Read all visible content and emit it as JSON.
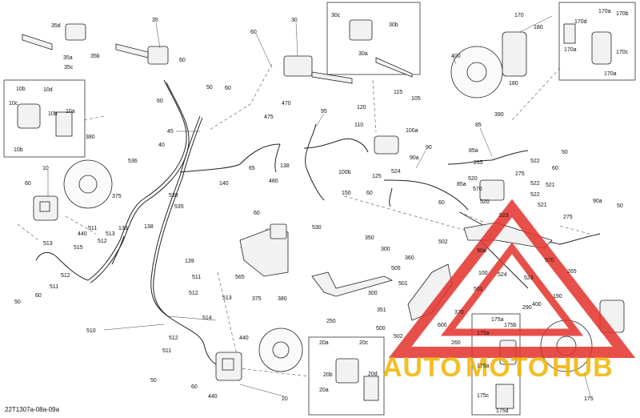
{
  "diagram_code": "22T1307a-08a-09a",
  "watermark": {
    "part1": "AUTO",
    "part2": "MOTO",
    "part3": "HUB",
    "color_main": "#f0b400",
    "color_red": "#e3322b"
  },
  "labels": {
    "l35d": "35d",
    "l35": "35",
    "l35a": "35a",
    "l35b": "35b",
    "l35c": "35c",
    "l30": "30",
    "l30c": "30c",
    "l30b": "30b",
    "l30a": "30a",
    "l170": "170",
    "l170d": "170d",
    "l170a": "170a",
    "l170b": "170b",
    "l170c": "170c",
    "l170a2": "170a",
    "l170a3": "170a",
    "l180a": "180",
    "l180b": "180",
    "l400a": "400",
    "l390": "390",
    "l60a": "60",
    "l60b": "60",
    "l60c": "60",
    "l60d": "60",
    "l60e": "60",
    "l60f": "60",
    "l60g": "60",
    "l60h": "60",
    "l60i": "60",
    "l50a": "50",
    "l50b": "50",
    "l50c": "50",
    "l50d": "50",
    "l50e": "50",
    "l10b": "10b",
    "l10d": "10d",
    "l10c": "10c",
    "l10a": "10a",
    "l10b2": "10b",
    "l10b3": "10b",
    "l10": "10",
    "l380a": "380",
    "l380b": "380",
    "l375a": "375",
    "l375b": "375",
    "l536": "536",
    "l40": "40",
    "l45": "45",
    "l538": "538",
    "l535": "535",
    "l470": "470",
    "l475": "475",
    "l95": "95",
    "l120": "120",
    "l115": "115",
    "l105": "105",
    "l110": "110",
    "l100a": "100a",
    "l90": "90",
    "l85": "85",
    "l85a": "85a",
    "l265a": "265",
    "l275a": "275",
    "l275b": "275",
    "l138a": "138",
    "l138b": "138",
    "l140": "140",
    "l65": "65",
    "l480": "480",
    "l100b": "100b",
    "l125": "125",
    "l524a": "524",
    "l90a": "90a",
    "l90a2": "90a",
    "l150": "150",
    "l520a": "520",
    "l570a": "570",
    "l522a": "522",
    "l521a": "521",
    "l85a2": "85a",
    "l522b": "522",
    "l521b": "521",
    "l523a": "523",
    "l522c": "522",
    "l520b": "520",
    "l511a": "511",
    "l511b": "511",
    "l511c": "511",
    "l511d": "511",
    "l139a": "139",
    "l139b": "139",
    "l513a": "513",
    "l513b": "513",
    "l513c": "513",
    "l512a": "512",
    "l512b": "512",
    "l512c": "512",
    "l512d": "512",
    "l440a": "440",
    "l440b": "440",
    "l440c": "440",
    "l515": "515",
    "l530": "530",
    "l565": "565",
    "l350": "350",
    "l300a": "300",
    "l300b": "300",
    "l360": "360",
    "l505": "505",
    "l502a": "502",
    "l502b": "502",
    "l501a": "501",
    "l501b": "501",
    "l351": "351",
    "l250": "250",
    "l500": "500",
    "l370": "370",
    "l100c": "100",
    "l600": "600",
    "l260": "260",
    "l265b": "265",
    "l570b": "570",
    "l523b": "523",
    "l524b": "524",
    "l90a3": "90a",
    "l510": "510",
    "l514": "514",
    "l20": "20",
    "l20a": "20a",
    "l20a2": "20a",
    "l20b": "20b",
    "l20c": "20c",
    "l20d": "20d",
    "l175": "175",
    "l175a": "175a",
    "l175b": "175b",
    "l175c": "175c",
    "l175d": "175d",
    "l175a2": "175a",
    "l175a3": "175a",
    "l190": "190",
    "l400b": "400",
    "l290": "290",
    "l60j": "60",
    "l60k": "60"
  }
}
